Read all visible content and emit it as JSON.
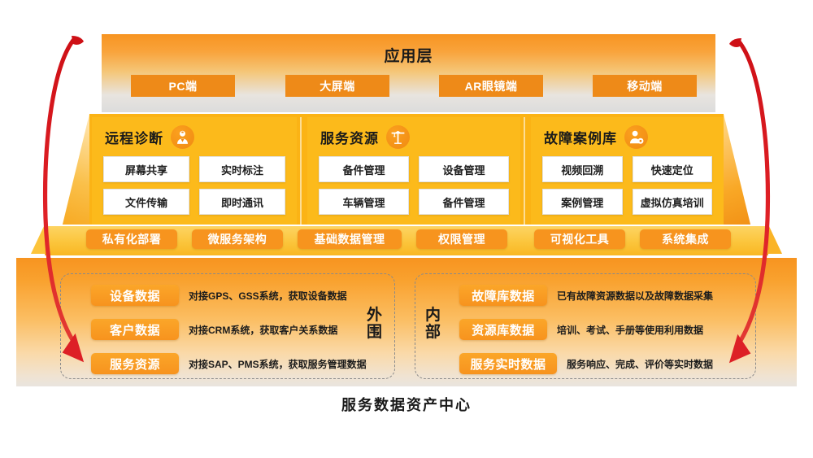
{
  "diagram": {
    "base_label": "服务数据资产中心",
    "accent_orange": "#F7941E",
    "band_yellow": "#FBB315",
    "arrow_red": "#D00F15"
  },
  "app_layer": {
    "title": "应用层",
    "buttons": [
      {
        "label": "PC端"
      },
      {
        "label": "大屏端"
      },
      {
        "label": "AR眼镜端"
      },
      {
        "label": "移动端"
      }
    ]
  },
  "modules": [
    {
      "title": "远程诊断",
      "icon": "doctor-icon",
      "items": [
        "屏幕共享",
        "实时标注",
        "文件传输",
        "即时通讯"
      ]
    },
    {
      "title": "服务资源",
      "icon": "crane-icon",
      "items": [
        "备件管理",
        "设备管理",
        "车辆管理",
        "备件管理"
      ]
    },
    {
      "title": "故障案例库",
      "icon": "user-gear-icon",
      "items": [
        "视频回溯",
        "快速定位",
        "案例管理",
        "虚拟仿真培训"
      ]
    }
  ],
  "platform": {
    "chips": [
      {
        "label": "私有化部署"
      },
      {
        "label": "微服务架构"
      },
      {
        "label": "基础数据管理"
      },
      {
        "label": "权限管理"
      },
      {
        "label": "可视化工具"
      },
      {
        "label": "系统集成"
      }
    ]
  },
  "data_groups": [
    {
      "side_label": "外围",
      "rows": [
        {
          "chip": "设备数据",
          "desc": "对接GPS、GSS系统，获取设备数据"
        },
        {
          "chip": "客户数据",
          "desc": "对接CRM系统，获取客户关系数据"
        },
        {
          "chip": "服务资源",
          "desc": "对接SAP、PMS系统，获取服务管理数据"
        }
      ]
    },
    {
      "side_label": "内部",
      "rows": [
        {
          "chip": "故障库数据",
          "desc": "已有故障资源数据以及故障数据采集"
        },
        {
          "chip": "资源库数据",
          "desc": "培训、考试、手册等使用利用数据"
        },
        {
          "chip": "服务实时数据",
          "desc": "服务响应、完成、评价等实时数据"
        }
      ]
    }
  ]
}
